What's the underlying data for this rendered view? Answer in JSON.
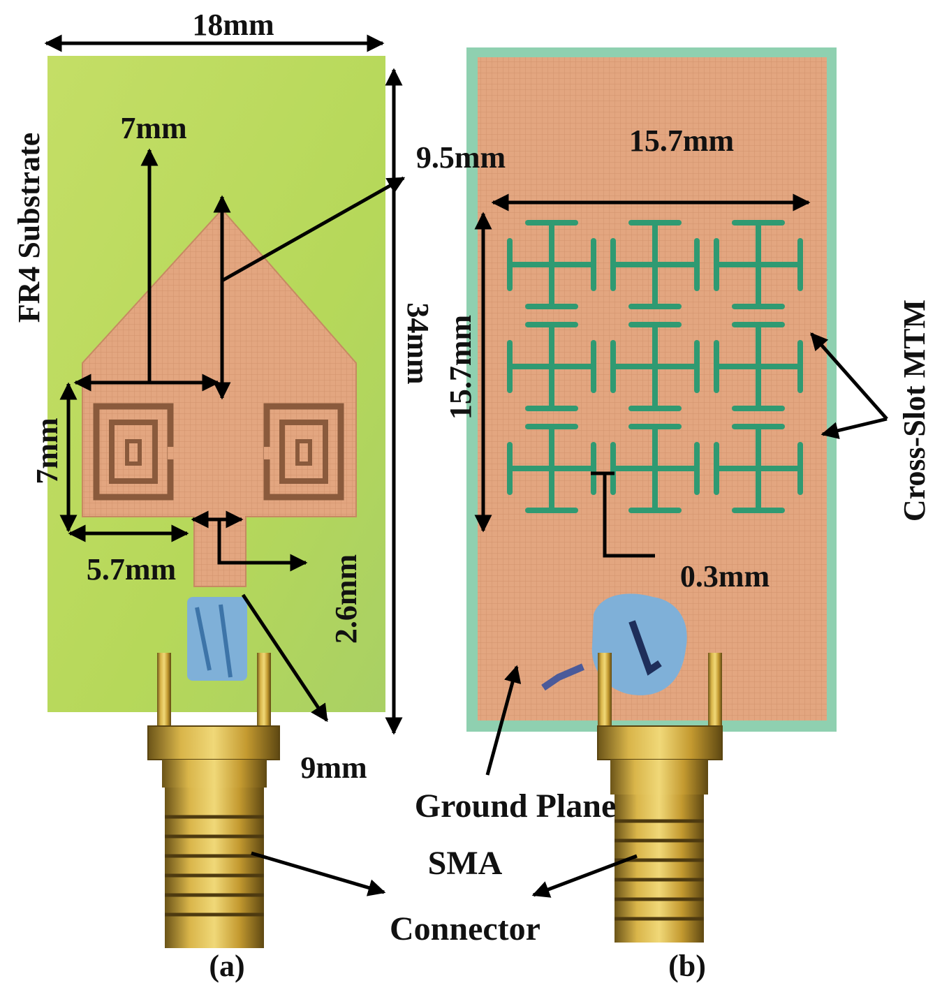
{
  "labels": {
    "left_width": "18mm",
    "left_height": "34mm",
    "substrate": "FR4 Substrate",
    "patch_width": "7mm",
    "tip_height": "9.5mm",
    "srr_height": "7mm",
    "srr_width": "5.7mm",
    "feed_width": "2.6mm",
    "feed_length": "9mm",
    "mtm_width": "15.7mm",
    "mtm_height": "15.7mm",
    "mtm_name": "Cross-Slot MTM",
    "slot_width": "0.3mm",
    "ground_plane": "Ground Plane",
    "connector_line1": "SMA",
    "connector_line2": "Connector",
    "caption_a": "(a)",
    "caption_b": "(b)"
  },
  "colors": {
    "substrate": "#b9d95f",
    "copper": "#e0a27a",
    "copper_dark": "#a0684a",
    "slot": "#2f9a72",
    "board_edge": "#8fd0b0",
    "connector_gold": "#c8a23a",
    "solder": "#7fb0d8",
    "annotation": "#000000"
  }
}
